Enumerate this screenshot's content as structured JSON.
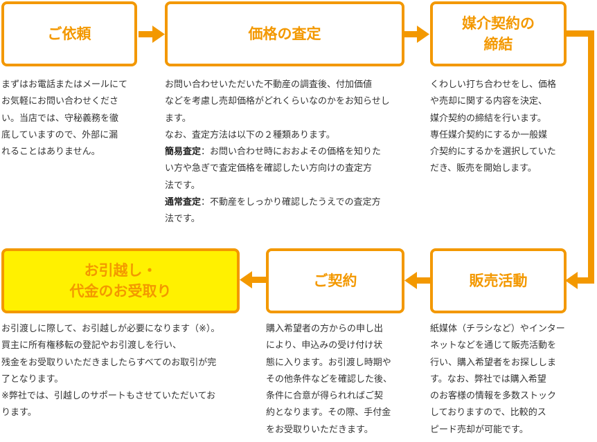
{
  "colors": {
    "accent": "#f39800",
    "highlight": "#fff100",
    "text": "#333333"
  },
  "steps": [
    {
      "title": "ご依頼",
      "desc": "まずはお電話またはメールにて\nお気軽にお問い合わせくださ\nい。当店では、守秘義務を徹\n底していますので、外部に漏\nれることはありません。"
    },
    {
      "title": "価格の査定",
      "desc_lines": [
        "お問い合わせいただいた不動産の調査後、付加価値",
        "などを考慮し売却価格がどれくらいなのかをお知らせし",
        "ます。",
        "なお、査定方法は以下の２種類あります。"
      ],
      "methods": [
        {
          "label": "簡易査定",
          "text1": "：お問い合わせ時におおよその価格を知りた",
          "text2": "い方や急ぎで査定価格を確認したい方向けの査定方",
          "text3": "法です。"
        },
        {
          "label": "通常査定",
          "text1": "：不動産をしっかり確認したうえでの査定方",
          "text2": "法です。"
        }
      ]
    },
    {
      "title_line1": "媒介契約の",
      "title_line2": "締結",
      "desc": "くわしい打ち合わせをし、価格\nや売却に関する内容を決定、\n媒介契約の締結を行います。\n専任媒介契約にするか一般媒\n介契約にするかを選択していた\nだき、販売を開始します。"
    },
    {
      "title": "販売活動",
      "desc": "紙媒体（チラシなど）やインター\nネットなどを通じて販売活動を\n行い、購入希望者をお探ししま\nす。なお、弊社では購入希望\nのお客様の情報を多数ストック\nしておりますので、比較的ス\nピード売却が可能です。"
    },
    {
      "title": "ご契約",
      "desc": "購入希望者の方からの申し出\nにより、申込みの受け付け状\n態に入ります。お引渡し時期や\nその他条件などを確認した後、\n条件に合意が得られればご契\n約となります。その際、手付金\nをお受取りいただきます。"
    },
    {
      "title_line1": "お引越し・",
      "title_line2": "代金のお受取り",
      "desc": "お引渡しに際して、お引越しが必要になります（※）。\n買主に所有権移転の登記やお引渡しを行い、\n残金をお受取りいただきましたらすべてのお取引が完\n了となります。\n※弊社では、引越しのサポートもさせていただいてお\nります。"
    }
  ]
}
